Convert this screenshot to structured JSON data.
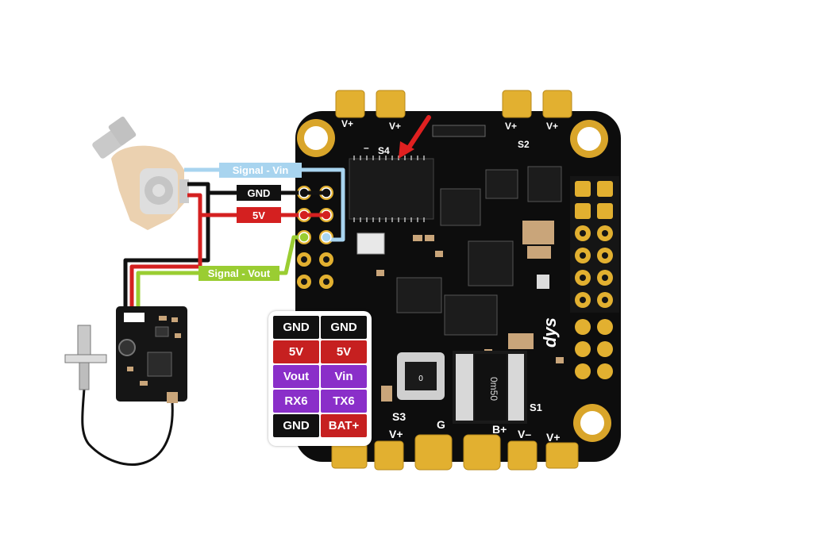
{
  "wire_labels": {
    "signal_vin": "Signal - Vin",
    "gnd": "GND",
    "five_v": "5V",
    "signal_vout": "Signal - Vout"
  },
  "board_labels": {
    "v_plus_tl": "V+",
    "minus_tl": "–",
    "v_plus_tl2": "V+",
    "s4": "S4",
    "v_plus_tr": "V+",
    "s2": "S2",
    "v_plus_tr2": "V+",
    "s3": "S3",
    "v_plus_bl": "V+",
    "g": "G",
    "b_plus": "B+",
    "v_minus": "V–",
    "v_plus_br": "V+",
    "s1": "S1",
    "brand": "dys",
    "shunt": "0m50",
    "jumper": "0"
  },
  "pin_table": {
    "rows": [
      {
        "left": "GND",
        "right": "GND",
        "left_color": "#111111",
        "right_color": "#111111"
      },
      {
        "left": "5V",
        "right": "5V",
        "left_color": "#c62020",
        "right_color": "#c62020"
      },
      {
        "left": "Vout",
        "right": "Vin",
        "left_color": "#8a2fc9",
        "right_color": "#8a2fc9"
      },
      {
        "left": "RX6",
        "right": "TX6",
        "left_color": "#8a2fc9",
        "right_color": "#8a2fc9"
      },
      {
        "left": "GND",
        "right": "BAT+",
        "left_color": "#111111",
        "right_color": "#c62020"
      }
    ]
  },
  "colors": {
    "signal_vin": "#a8d4ef",
    "gnd": "#111111",
    "five_v": "#d42020",
    "signal_vout": "#9acd32",
    "board": "#0d0d0d",
    "pad_gold": "#e8b83a"
  }
}
